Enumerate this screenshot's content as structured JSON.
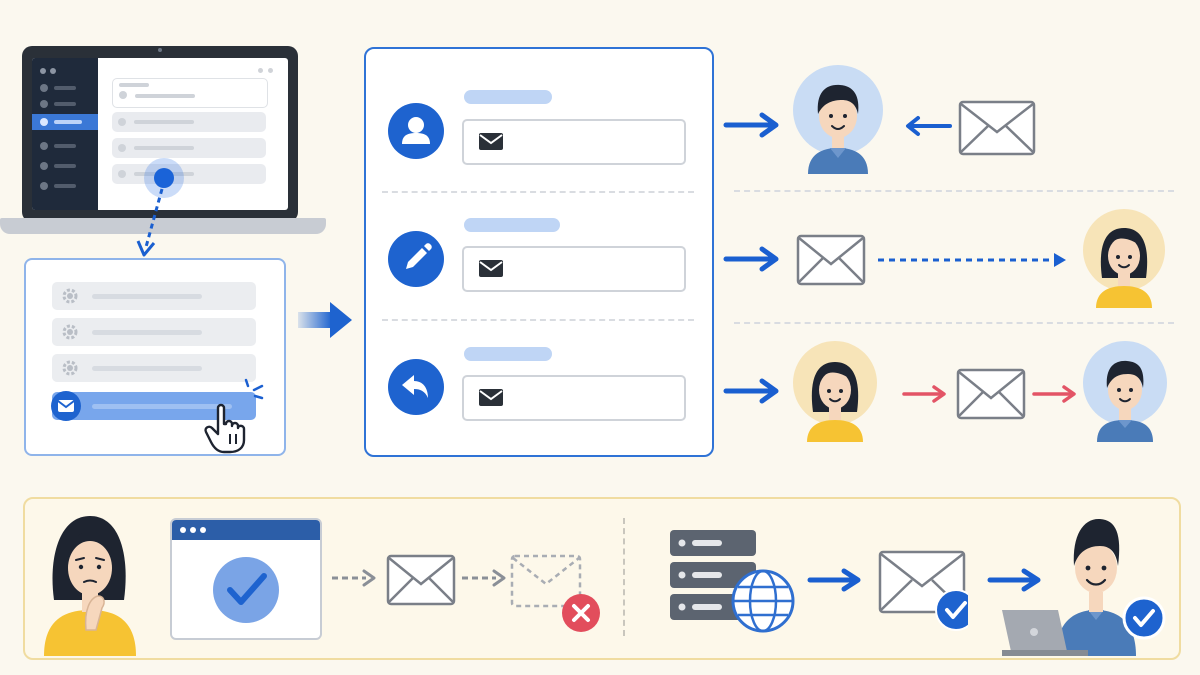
{
  "colors": {
    "background": "#fbf8ef",
    "accent_blue": "#1e63cf",
    "arrow_blue": "#1a5fd0",
    "arrow_red": "#e35466",
    "error_red": "#e24d5c",
    "banner_border": "#f0dca0",
    "skin": "#f6d7bd",
    "hair": "#1e2430",
    "shirt_blue": "#4a7bb8",
    "shirt_yellow": "#f6c333"
  },
  "laptop": {
    "icons": [
      "app-window-icon",
      "mouse-cursor-icon"
    ]
  },
  "settings_menu": {
    "items": [
      {
        "icon": "gear-icon"
      },
      {
        "icon": "gear-icon"
      },
      {
        "icon": "gear-icon"
      },
      {
        "icon": "envelope-icon",
        "selected": true
      }
    ],
    "pointer_icon": "hand-pointer-icon"
  },
  "actions": [
    {
      "icon": "user-icon",
      "field_icon": "envelope-icon",
      "flow": "incoming-mail"
    },
    {
      "icon": "pencil-icon",
      "field_icon": "envelope-icon",
      "flow": "send-mail"
    },
    {
      "icon": "reply-icon",
      "field_icon": "envelope-icon",
      "flow": "reply-forward"
    }
  ],
  "bottom_left": {
    "icons": [
      "confused-person-icon",
      "checkmark-browser-icon",
      "envelope-icon",
      "failed-envelope-icon",
      "x-icon"
    ],
    "status": "failed"
  },
  "bottom_right": {
    "icons": [
      "server-icon",
      "globe-icon",
      "envelope-check-icon",
      "person-laptop-icon",
      "check-icon"
    ],
    "status": "delivered"
  }
}
